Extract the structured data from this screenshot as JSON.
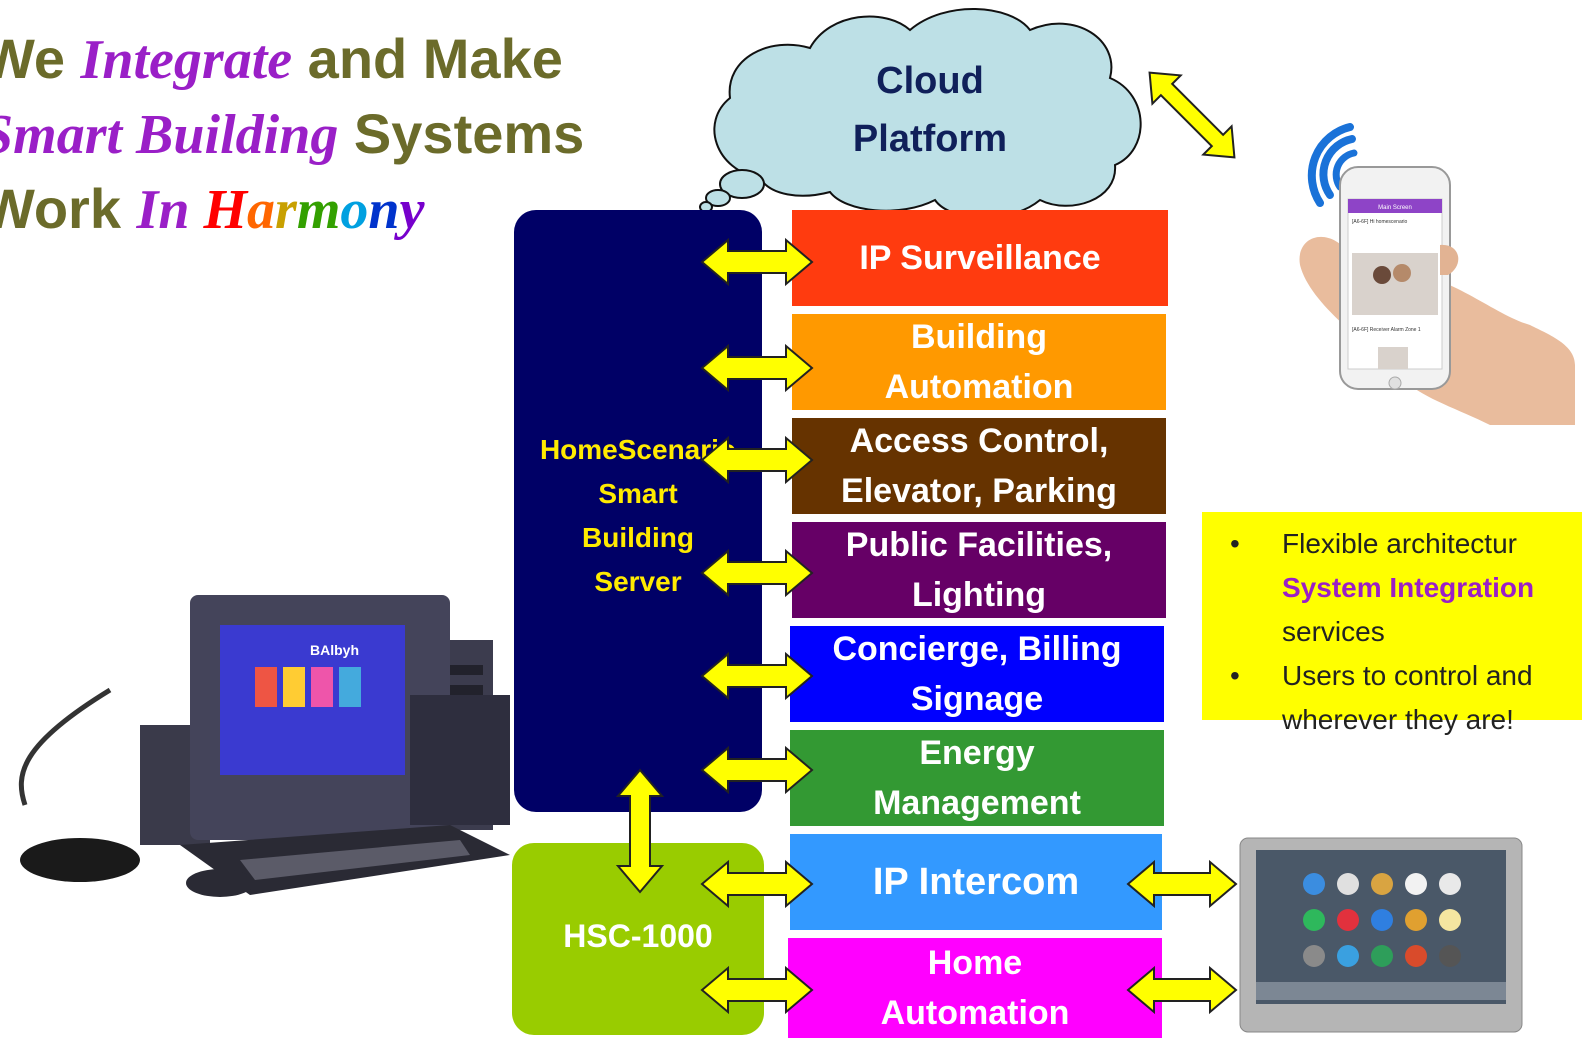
{
  "headline": {
    "line1": {
      "prefix": "We ",
      "integrate": "Integrate",
      "suffix": " and Make"
    },
    "line2": {
      "smart_building": "Smart Building",
      "suffix": " Systems"
    },
    "line3": {
      "prefix": "Work ",
      "in": "In ",
      "harmony": "Harmony"
    }
  },
  "cloud": {
    "line1": "Cloud",
    "line2": "Platform"
  },
  "server": {
    "line1": "HomeScenario",
    "line2": "Smart",
    "line3": "Building",
    "line4": "Server"
  },
  "controller": {
    "label": "HSC-1000"
  },
  "systems": [
    {
      "line1": "IP Surveillance",
      "line2": "",
      "color": "#ff3b0f"
    },
    {
      "line1": "Building",
      "line2": "Automation",
      "color": "#ff9900"
    },
    {
      "line1": "Access Control,",
      "line2": "Elevator, Parking",
      "color": "#663300"
    },
    {
      "line1": "Public Facilities,",
      "line2": "Lighting",
      "color": "#660066"
    },
    {
      "line1": "Concierge, Billing",
      "line2": "Signage",
      "color": "#0000ff"
    },
    {
      "line1": "Energy",
      "line2": "Management",
      "color": "#339933"
    },
    {
      "line1": "IP Intercom",
      "line2": "",
      "color": "#3399ff"
    },
    {
      "line1": "Home",
      "line2": "Automation",
      "color": "#ff00ff"
    }
  ],
  "notes": {
    "item1_line1": "Flexible architectur",
    "item1_accent": "System Integration",
    "item1_line3": "services",
    "item2_line1": "Users to control and",
    "item2_line2": "wherever they are!"
  },
  "phone_app": {
    "header": "Main Screen",
    "item1": "[A6-6F] Hi homescenario",
    "item2": "[A6-6F] Receiver Alarm Zone 1"
  },
  "computer_screen": {
    "brand": "BAlbyh"
  },
  "colors": {
    "server_bg": "#000066",
    "controller_bg": "#99cc00",
    "arrow_fill": "#ffff00",
    "cloud_fill": "#bde0e6",
    "headline": "#6b6b2a",
    "accent": "#9a1fc7"
  },
  "icons": [
    "wifi-icon",
    "phone-device",
    "tablet-panel",
    "desktop-computer"
  ]
}
